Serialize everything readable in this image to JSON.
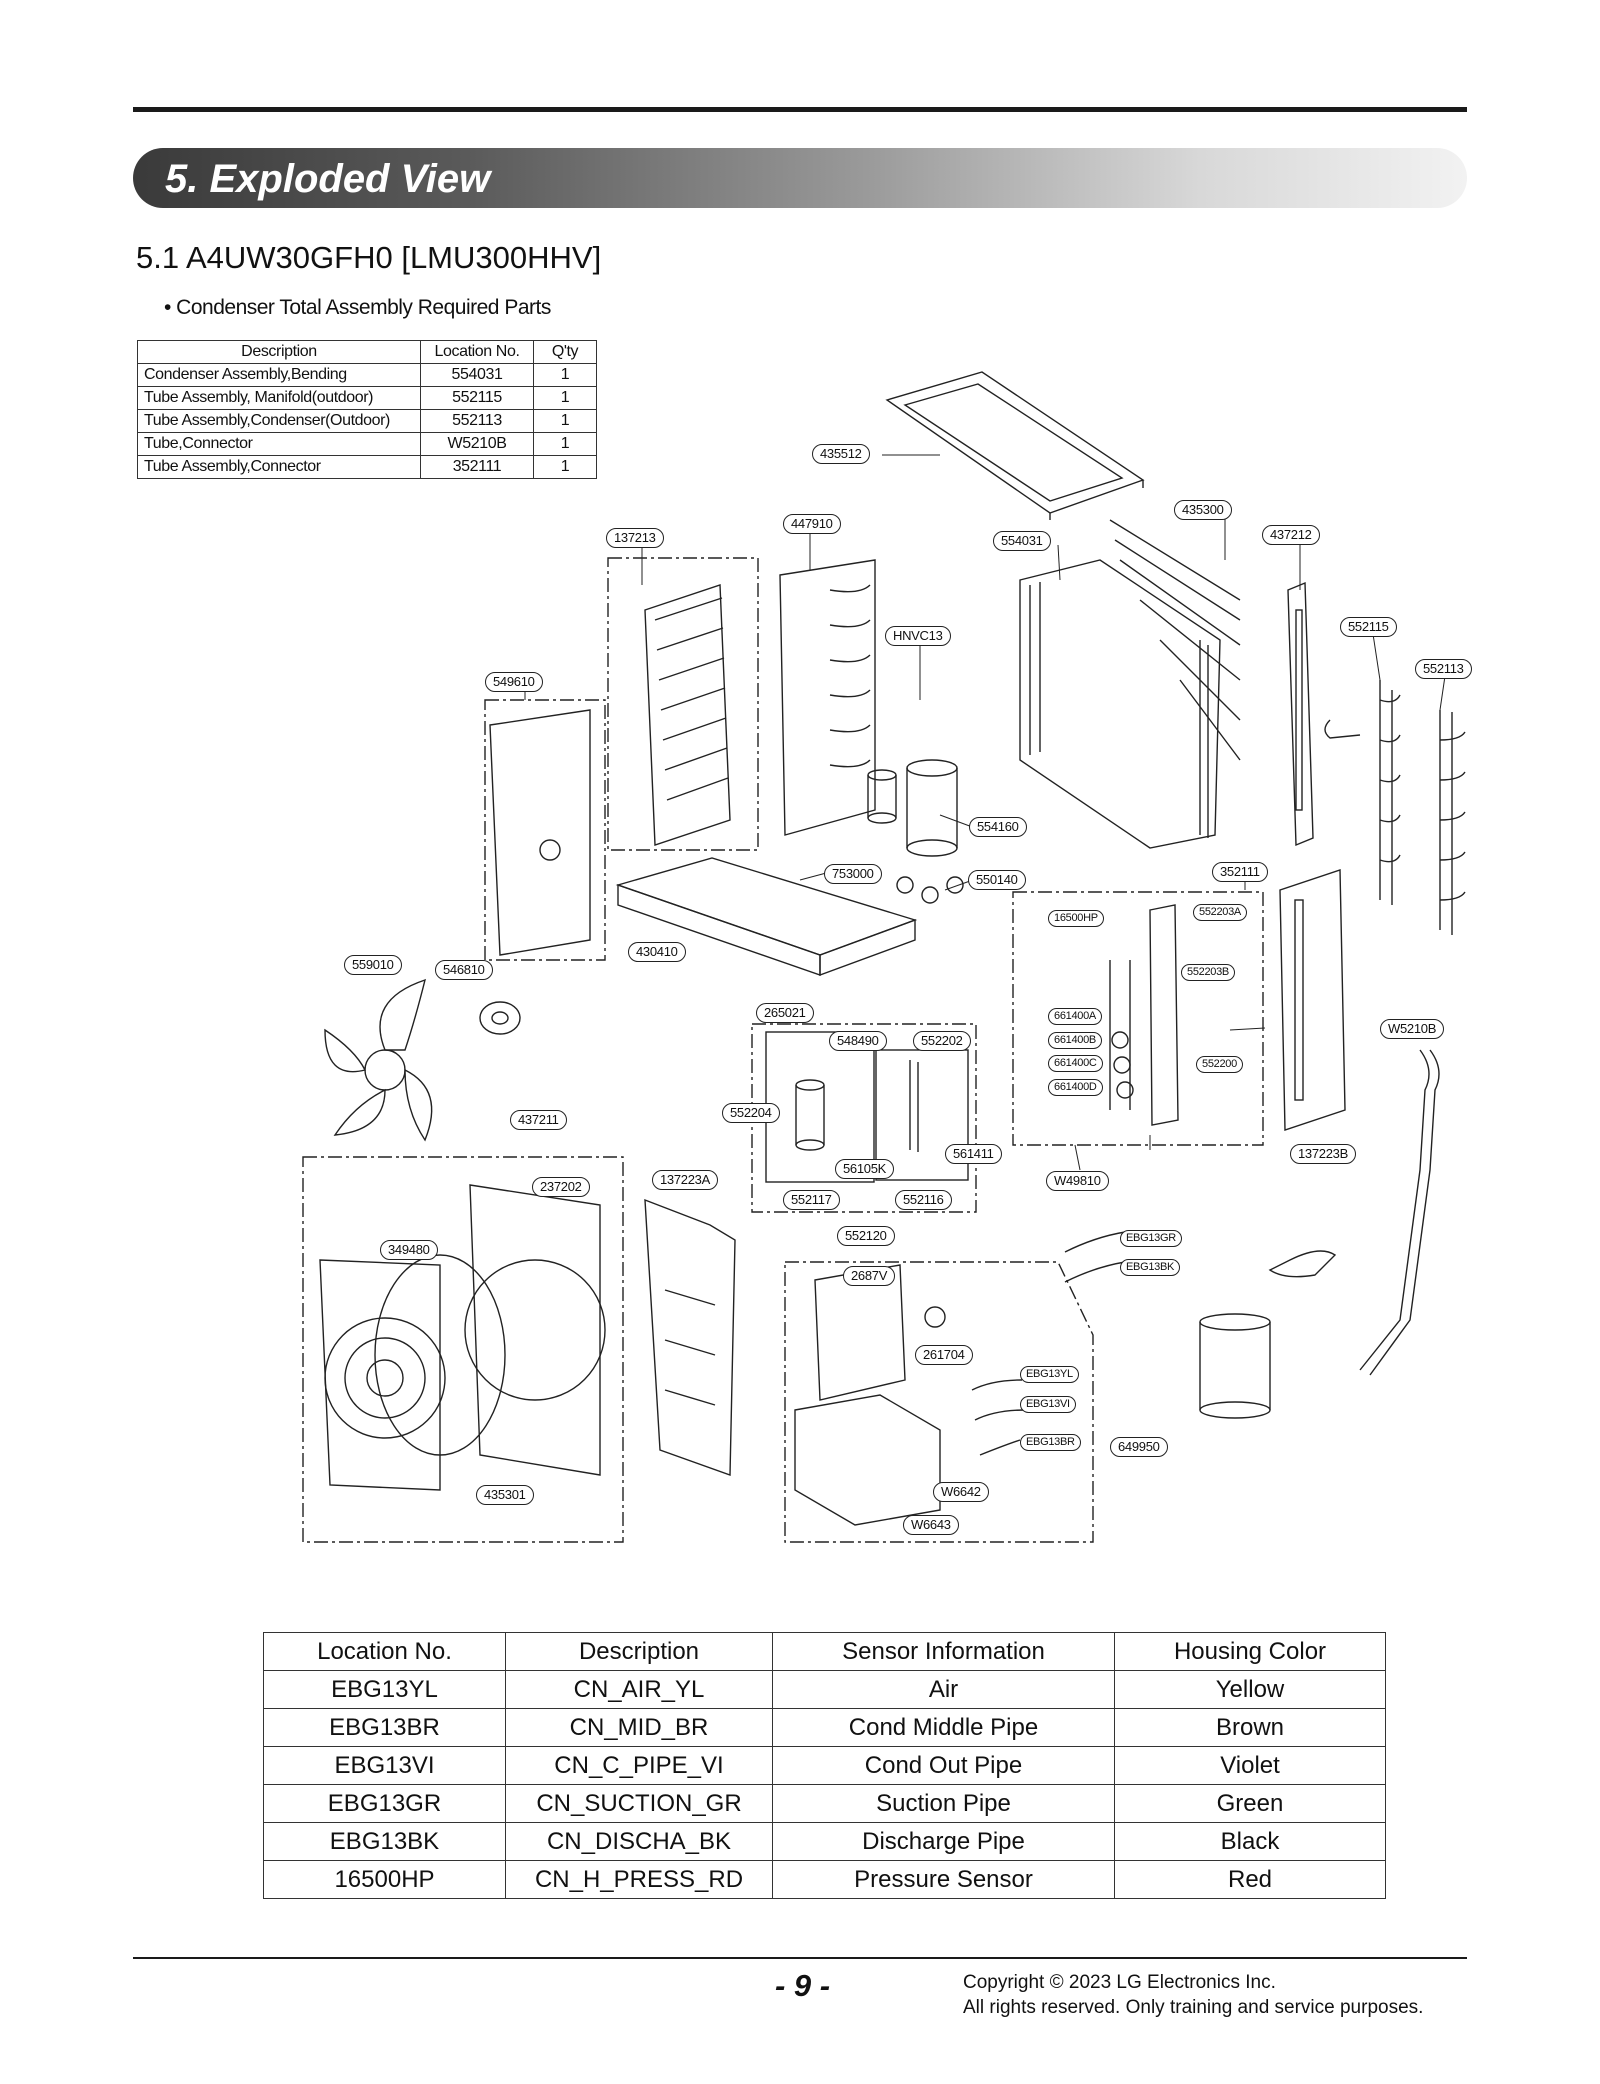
{
  "header": {
    "section_title": "5. Exploded View",
    "model_title": "5.1 A4UW30GFH0 [LMU300HHV]",
    "required_parts_heading": "• Condenser Total Assembly Required Parts"
  },
  "required_parts_table": {
    "headers": [
      "Description",
      "Location No.",
      "Q'ty"
    ],
    "rows": [
      [
        "Condenser Assembly,Bending",
        "554031",
        "1"
      ],
      [
        "Tube Assembly, Manifold(outdoor)",
        "552115",
        "1"
      ],
      [
        "Tube Assembly,Condenser(Outdoor)",
        "552113",
        "1"
      ],
      [
        "Tube,Connector",
        "W5210B",
        "1"
      ],
      [
        "Tube Assembly,Connector",
        "352111",
        "1"
      ]
    ]
  },
  "callouts": [
    "435512",
    "435300",
    "554031",
    "437212",
    "447910",
    "137213",
    "HNVC13",
    "552115",
    "552113",
    "549610",
    "554160",
    "753000",
    "550140",
    "352111",
    "430410",
    "16500HP",
    "552203A",
    "552203B",
    "559010",
    "546810",
    "265021",
    "548490",
    "552202",
    "661400A",
    "661400B",
    "661400C",
    "661400D",
    "552200",
    "W5210B",
    "552204",
    "437211",
    "561411",
    "137223B",
    "56105K",
    "237202",
    "137223A",
    "552117",
    "552116",
    "W49810",
    "552120",
    "EBG13GR",
    "EBG13BK",
    "349480",
    "2687V",
    "261704",
    "EBG13YL",
    "EBG13VI",
    "EBG13BR",
    "649950",
    "W6642",
    "435301",
    "W6643"
  ],
  "sensor_table": {
    "headers": [
      "Location No.",
      "Description",
      "Sensor Information",
      "Housing Color"
    ],
    "rows": [
      [
        "EBG13YL",
        "CN_AIR_YL",
        "Air",
        "Yellow"
      ],
      [
        "EBG13BR",
        "CN_MID_BR",
        "Cond Middle Pipe",
        "Brown"
      ],
      [
        "EBG13VI",
        "CN_C_PIPE_VI",
        "Cond Out Pipe",
        "Violet"
      ],
      [
        "EBG13GR",
        "CN_SUCTION_GR",
        "Suction Pipe",
        "Green"
      ],
      [
        "EBG13BK",
        "CN_DISCHA_BK",
        "Discharge Pipe",
        "Black"
      ],
      [
        "16500HP",
        "CN_H_PRESS_RD",
        "Pressure Sensor",
        "Red"
      ]
    ]
  },
  "footer": {
    "page_number": "- 9 -",
    "copyright_line1": "Copyright © 2023 LG Electronics Inc.",
    "copyright_line2": "All rights reserved. Only training and service purposes."
  }
}
